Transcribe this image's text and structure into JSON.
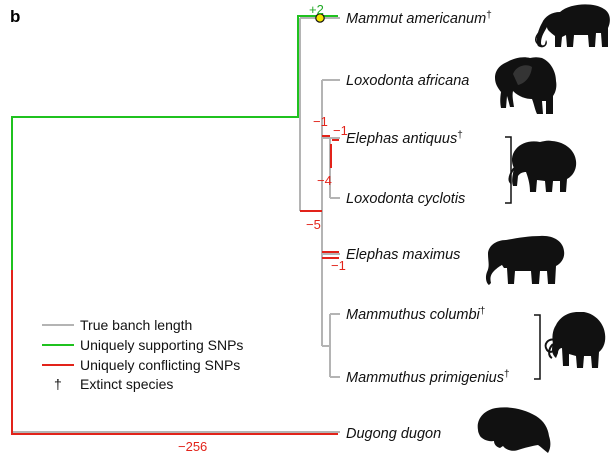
{
  "panel_label": "b",
  "taxa": {
    "mammut": "Mammut americanum",
    "lafricana": "Loxodonta africana",
    "eantiquus": "Elephas antiquus",
    "lcyclotis": "Loxodonta cyclotis",
    "emaximus": "Elephas maximus",
    "mcolumbi": "Mammuthus columbi",
    "mprimigenius": "Mammuthus primigenius",
    "dugong": "Dugong dugon"
  },
  "dagger": "†",
  "branch_values": {
    "mammut_plus": "+2",
    "m1a": "−1",
    "m1b": "−1",
    "m4": "−4",
    "m5": "−5",
    "m1c": "−1",
    "m256": "−256"
  },
  "legend": {
    "true_length": "True banch length",
    "supporting": "Uniquely supporting SNPs",
    "conflicting": "Uniquely conflicting SNPs",
    "dagger_symbol": "†",
    "extinct": "Extinct species"
  },
  "colors": {
    "true_length": "#b4b4b4",
    "supporting": "#1fc21f",
    "conflicting": "#e2231a",
    "marker_fill": "#f2e600"
  },
  "icons": [
    "mastodon-silhouette",
    "african-elephant-silhouette",
    "forest-elephant-silhouette",
    "asian-elephant-silhouette",
    "mammoth-silhouette",
    "dugong-silhouette"
  ]
}
